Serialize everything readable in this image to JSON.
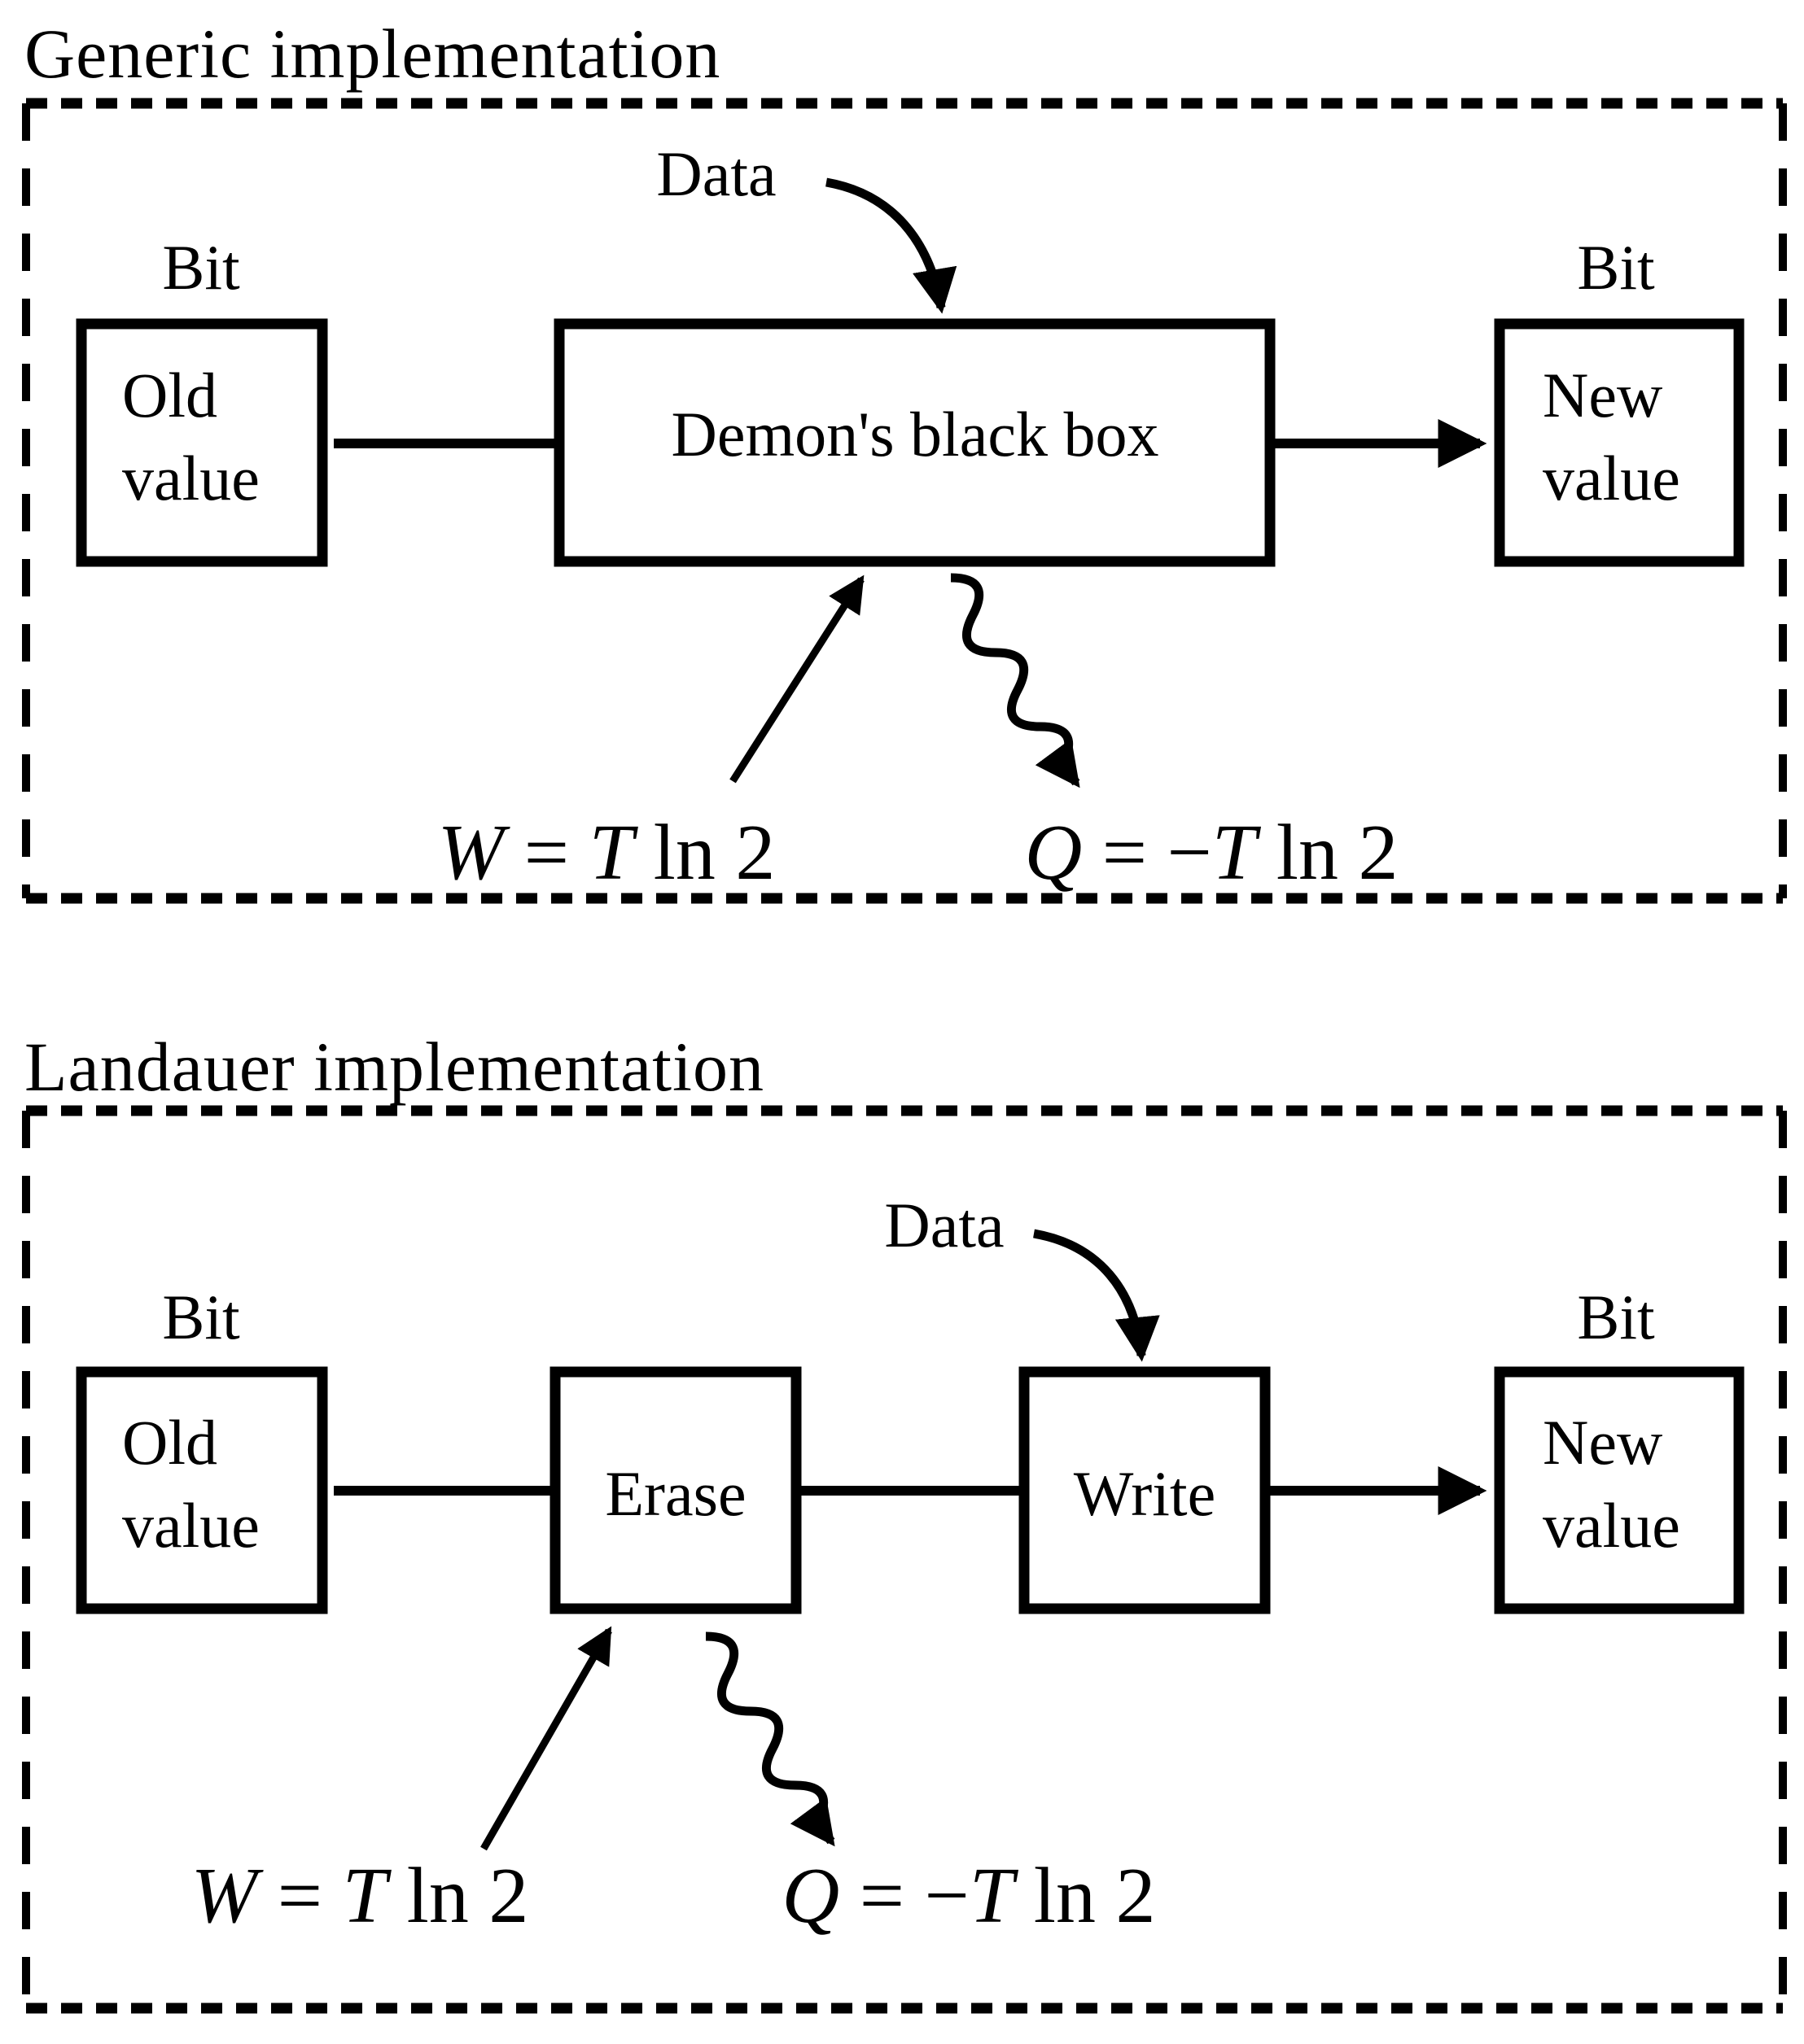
{
  "diagram": {
    "figure_type": "flow-diagram",
    "colors": {
      "ink": "#000000",
      "background": "#ffffff"
    },
    "panels": [
      {
        "title": "Generic implementation",
        "data_label": "Data",
        "bit_left": "Bit",
        "bit_right": "Bit",
        "old_value_line1": "Old",
        "old_value_line2": "value",
        "process_label": "Demon's black box",
        "new_value_line1": "New",
        "new_value_line2": "value",
        "work_var": "W",
        "work_rel": " = ",
        "work_temp": "T",
        "work_tail": " ln 2",
        "heat_var": "Q",
        "heat_rel": " = −",
        "heat_temp": "T",
        "heat_tail": " ln 2"
      },
      {
        "title": "Landauer implementation",
        "data_label": "Data",
        "bit_left": "Bit",
        "bit_right": "Bit",
        "old_value_line1": "Old",
        "old_value_line2": "value",
        "erase_label": "Erase",
        "write_label": "Write",
        "new_value_line1": "New",
        "new_value_line2": "value",
        "work_var": "W",
        "work_rel": " = ",
        "work_temp": "T",
        "work_tail": " ln 2",
        "heat_var": "Q",
        "heat_rel": " = −",
        "heat_temp": "T",
        "heat_tail": " ln 2"
      }
    ]
  }
}
